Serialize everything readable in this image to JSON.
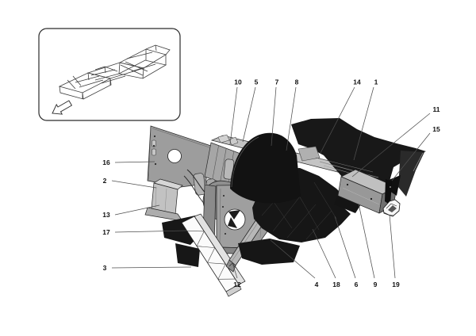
{
  "page": {
    "background_color": "#ffffff"
  },
  "diagram": {
    "kind": "exploded-parts-diagram",
    "colors": {
      "highlight_black": "#161616",
      "panel_gray": "#9f9f9f",
      "outline": "#1a1a1a",
      "leader_line": "#4f4f4f"
    },
    "inset": {
      "arrow_icon": "direction-arrow"
    },
    "callouts": [
      {
        "label": "10"
      },
      {
        "label": "5"
      },
      {
        "label": "7"
      },
      {
        "label": "8"
      },
      {
        "label": "14"
      },
      {
        "label": "1"
      },
      {
        "label": "11"
      },
      {
        "label": "15"
      },
      {
        "label": "16"
      },
      {
        "label": "2"
      },
      {
        "label": "13"
      },
      {
        "label": "17"
      },
      {
        "label": "3"
      },
      {
        "label": "12"
      },
      {
        "label": "4"
      },
      {
        "label": "18"
      },
      {
        "label": "6"
      },
      {
        "label": "9"
      },
      {
        "label": "19"
      }
    ]
  }
}
